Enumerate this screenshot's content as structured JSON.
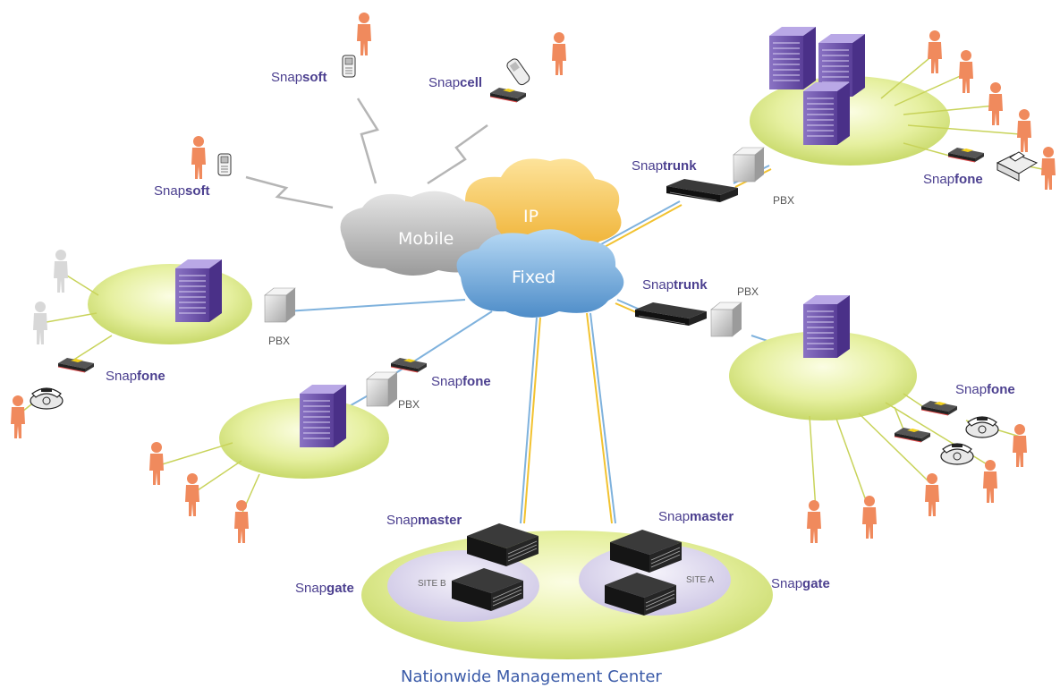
{
  "clouds": {
    "mobile": "Mobile",
    "ip": "IP",
    "fixed": "Fixed"
  },
  "snapsoft_top": {
    "prefix": "Snap",
    "suffix": "soft"
  },
  "snapsoft_left": {
    "prefix": "Snap",
    "suffix": "soft"
  },
  "snapcell": {
    "prefix": "Snap",
    "suffix": "cell"
  },
  "snaptrunk_top": {
    "prefix": "Snap",
    "suffix": "trunk"
  },
  "snaptrunk_mid": {
    "prefix": "Snap",
    "suffix": "trunk"
  },
  "snapfone_topright": {
    "prefix": "Snap",
    "suffix": "fone"
  },
  "snapfone_left": {
    "prefix": "Snap",
    "suffix": "fone"
  },
  "snapfone_center": {
    "prefix": "Snap",
    "suffix": "fone"
  },
  "snapfone_right": {
    "prefix": "Snap",
    "suffix": "fone"
  },
  "snapmaster_left": {
    "prefix": "Snap",
    "suffix": "master"
  },
  "snapmaster_right": {
    "prefix": "Snap",
    "suffix": "master"
  },
  "snapgate_left": {
    "prefix": "Snap",
    "suffix": "gate"
  },
  "snapgate_right": {
    "prefix": "Snap",
    "suffix": "gate"
  },
  "pbx": {
    "label": "PBX"
  },
  "sites": {
    "a": "SITE A",
    "b": "SITE B"
  },
  "footer": {
    "title": "Nationwide Management Center"
  },
  "colors": {
    "label": "#4b3f8f",
    "disc": "#e3ee9a",
    "server": "#6a4fa3",
    "person": "#f08a5d",
    "link_blue": "#7fb2dd",
    "link_yellow": "#f2c230",
    "cloud_fixed": "#6fa6d8",
    "cloud_ip": "#f6c04a",
    "cloud_mobile": "#b8b8b8"
  }
}
